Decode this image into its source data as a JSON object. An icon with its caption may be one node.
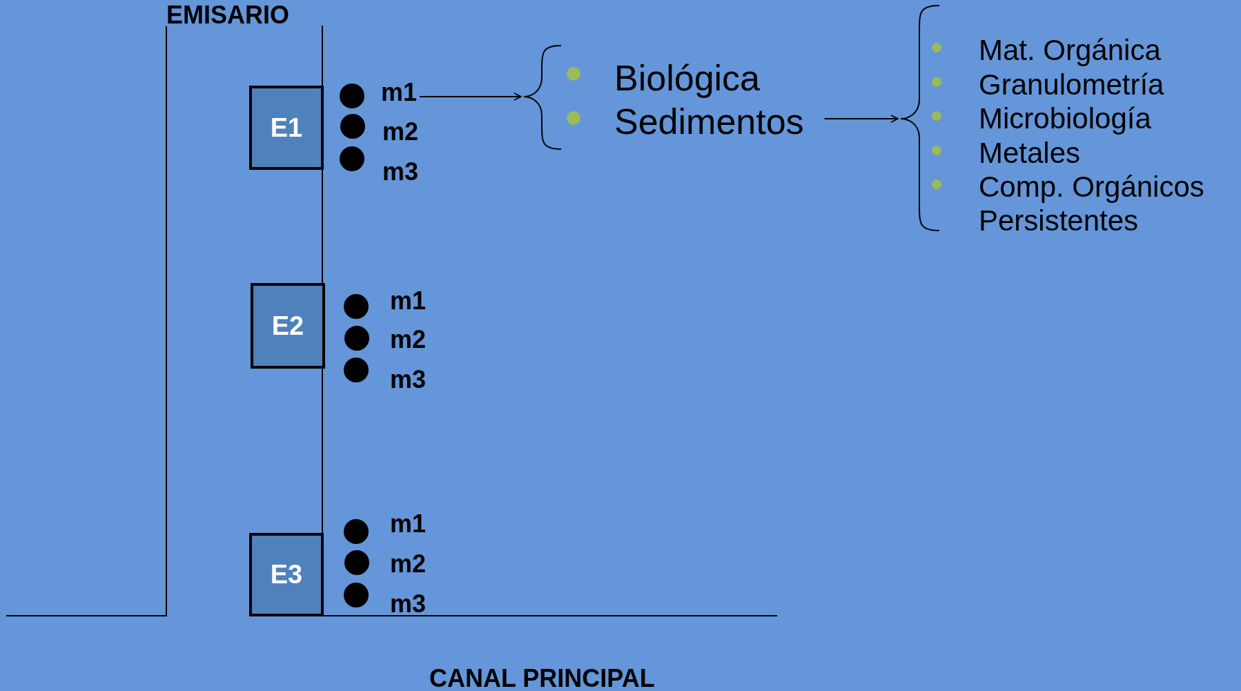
{
  "diagram": {
    "nodes": [
      {
        "text": [
          "E1"
        ]
      },
      {
        "text": [
          "E2"
        ]
      },
      {
        "text": [
          "E3"
        ]
      },
      {
        "text": [
          "m1"
        ]
      },
      {
        "text": [],
        "shape": "brace"
      },
      {
        "text": [
          "Biológica"
        ]
      },
      {
        "text": [
          "Sedimentos"
        ]
      },
      {
        "text": [
          "Mat. Orgánica",
          "Granulometría",
          "Microbiología",
          "Metales",
          "Comp. Orgánicos Persistentes"
        ]
      }
    ],
    "edges": [
      {
        "from": 3,
        "to": 4,
        "arrow": "to"
      },
      {
        "from": 6,
        "to": 7,
        "arrow": "to"
      }
    ],
    "labels": [
      "EMISARIO",
      "m2",
      "m3",
      "m1",
      "m2",
      "m3",
      "m1",
      "m2",
      "m3",
      "CANAL PRINCIPAL"
    ]
  }
}
